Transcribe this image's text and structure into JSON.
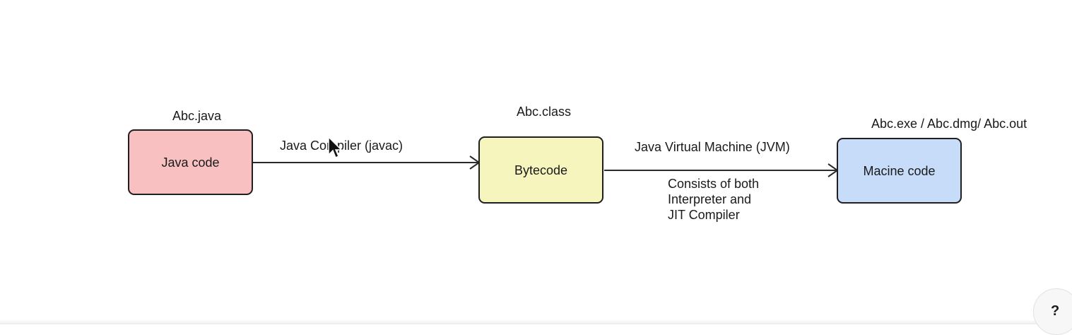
{
  "diagram": {
    "nodes": [
      {
        "id": "java",
        "caption": "Abc.java",
        "label": "Java code",
        "color": "#f8c0c0"
      },
      {
        "id": "bytecode",
        "caption": "Abc.class",
        "label": "Bytecode",
        "color": "#f5f5bd"
      },
      {
        "id": "machine",
        "caption": "Abc.exe / Abc.dmg/ Abc.out",
        "label": "Macine code",
        "color": "#c6dcf9"
      }
    ],
    "edges": [
      {
        "from": "java",
        "to": "bytecode",
        "label": "Java Compiler (javac)"
      },
      {
        "from": "bytecode",
        "to": "machine",
        "label": "Java Virtual Machine (JVM)",
        "note_lines": [
          "Consists of both",
          "Interpreter and",
          "JIT Compiler"
        ]
      }
    ]
  },
  "help_button": {
    "label": "?"
  },
  "icons": {
    "cursor": "mouse-pointer-icon"
  }
}
